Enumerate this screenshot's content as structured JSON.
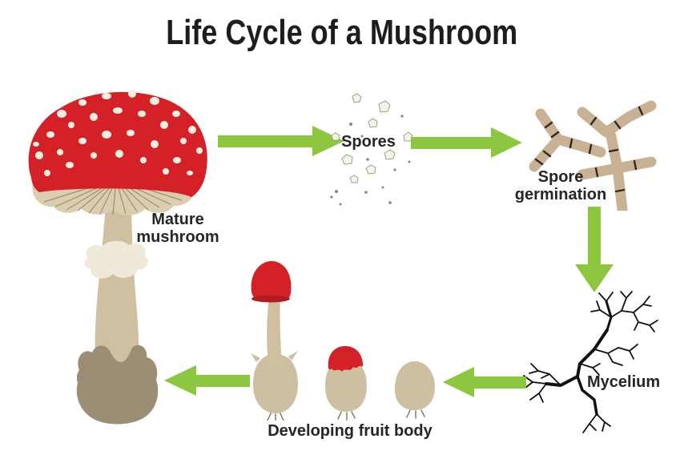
{
  "title": "Life Cycle of a Mushroom",
  "labels": {
    "mature_mushroom": "Mature mushroom",
    "spores": "Spores",
    "spore_germination": "Spore germination",
    "mycelium": "Mycelium",
    "developing_fruit_body": "Developing fruit body"
  },
  "flow": [
    {
      "from": "Mature mushroom",
      "to": "Spores",
      "direction": "right"
    },
    {
      "from": "Spores",
      "to": "Spore germination",
      "direction": "right"
    },
    {
      "from": "Spore germination",
      "to": "Mycelium",
      "direction": "down"
    },
    {
      "from": "Mycelium",
      "to": "Developing fruit body",
      "direction": "left"
    },
    {
      "from": "Developing fruit body",
      "to": "Mature mushroom",
      "direction": "left"
    }
  ],
  "colors": {
    "background": "#FFFFFF",
    "arrow_green": "#8DC63F",
    "cap_red": "#D42127",
    "cap_red_dark": "#AE1B21",
    "spot_cream": "#F3EEDF",
    "gill_tan": "#DBCDAF",
    "gill_line": "#8F7F60",
    "stem_tan": "#CFC0A2",
    "ring_cream": "#EFE9D9",
    "base_brown": "#9C8E74",
    "spore_fill": "#F6F3EA",
    "spore_outline": "#A49D8F",
    "germination_tan": "#C8B293",
    "segment_dark": "#2F2A20",
    "mycelium_black": "#111111",
    "text": "#262626"
  }
}
